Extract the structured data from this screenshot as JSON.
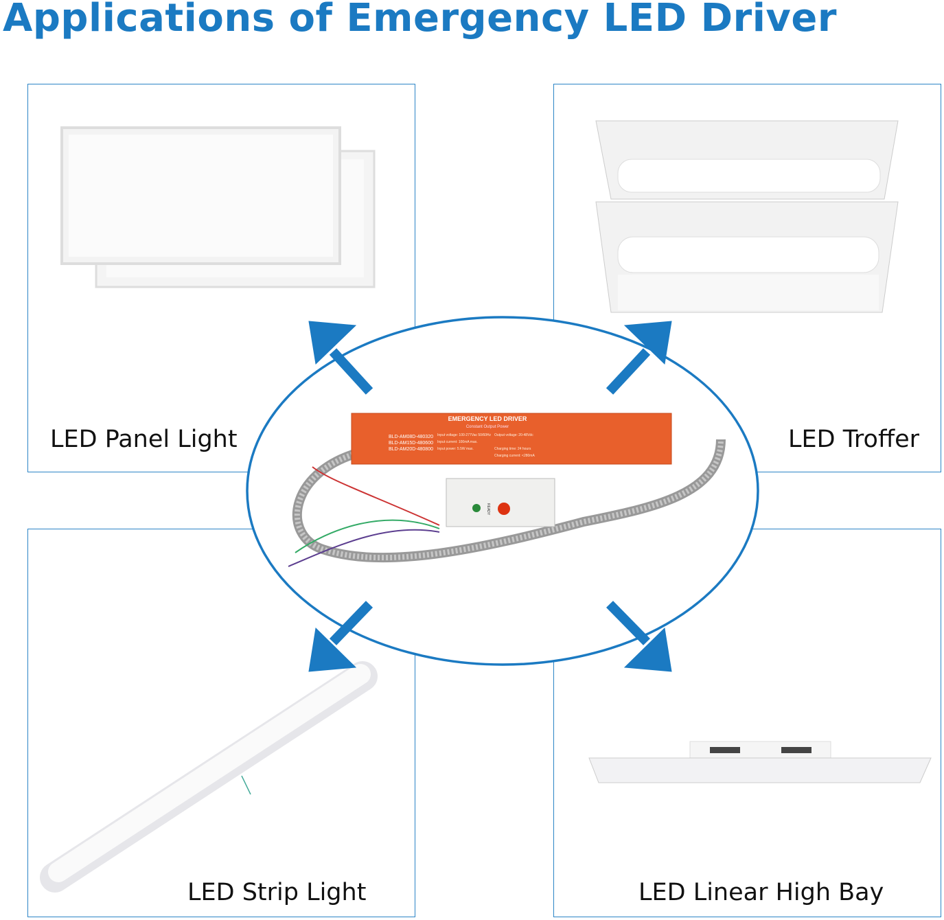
{
  "title": "Applications of Emergency LED Driver",
  "applications": [
    {
      "label": "LED Panel Light"
    },
    {
      "label": "LED Troffer"
    },
    {
      "label": "LED Strip Light"
    },
    {
      "label": "LED Linear High Bay"
    }
  ],
  "driver": {
    "heading": "EMERGENCY LED DRIVER",
    "subheading": "Constant Output Power",
    "models": [
      "BLD-AM08D-480320",
      "BLD-AM15D-480600",
      "BLD-AM20D-480800"
    ],
    "specs": [
      "Input voltage: 100-277Vac 50/60Hz",
      "Input current: 100mA max.",
      "Input power: 5.5W max.",
      "Output voltage: 20-48Vdc",
      "Charging time: 24 hours",
      "Charging current: <280mA"
    ],
    "switch_label": "READY"
  },
  "colors": {
    "accent": "#1b7ac2",
    "driver": "#e8602c"
  }
}
